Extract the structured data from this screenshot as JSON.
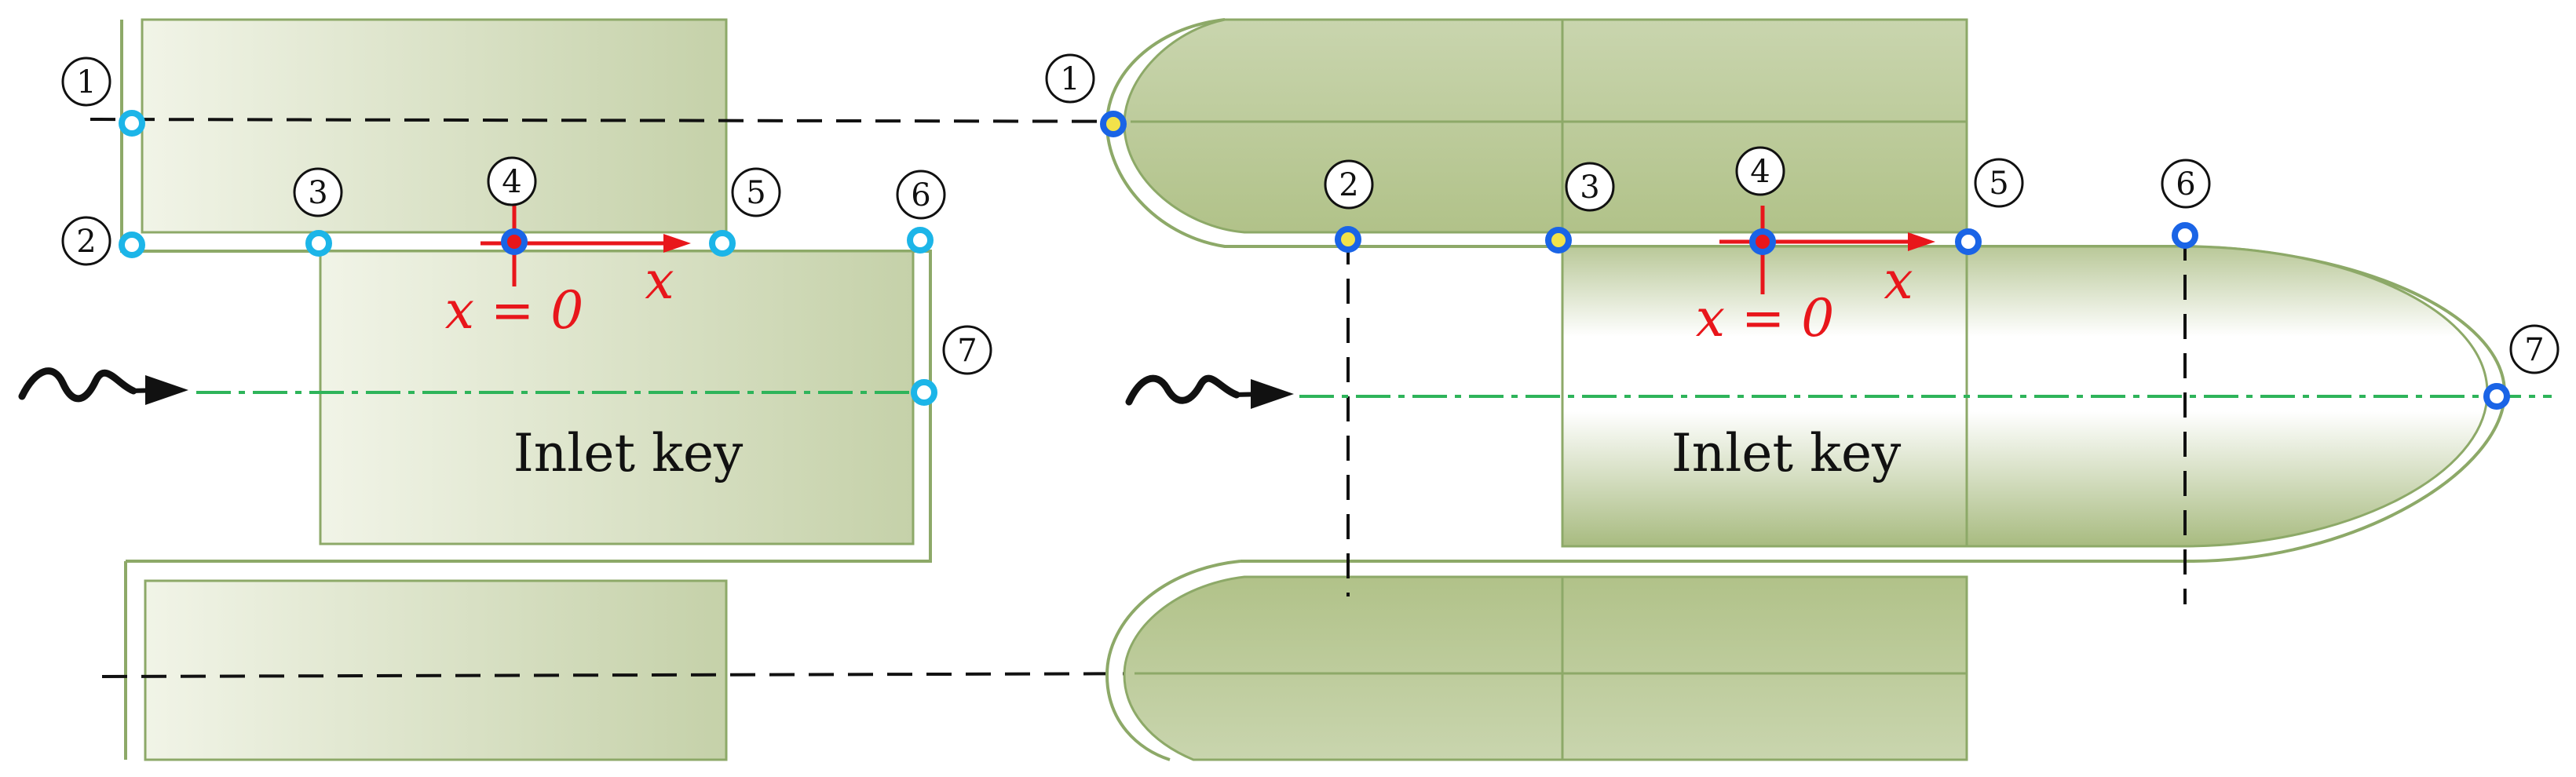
{
  "colors": {
    "green_fill": "#c5d1a9",
    "green_light": "#f1f4e7",
    "green_stroke": "#8da968",
    "axis_red": "#e8161b",
    "marker_cyan": "#1cb5e8",
    "marker_blue": "#1a64e6",
    "centerline_green": "#2eb45a",
    "dash_black": "#111111"
  },
  "left_panel": {
    "points": [
      "1",
      "2",
      "3",
      "4",
      "5",
      "6",
      "7"
    ],
    "origin_label": "x = 0",
    "axis_label": "x",
    "inlet_label": "Inlet key",
    "marker_icon": "cyan-ring-marker"
  },
  "right_panel": {
    "points": [
      "1",
      "2",
      "3",
      "4",
      "5",
      "6",
      "7"
    ],
    "origin_label": "x = 0",
    "axis_label": "x",
    "inlet_label": "Inlet key",
    "marker_icon": "blue-ring-marker"
  },
  "flow_icon": "wavy-flow-arrow-icon"
}
